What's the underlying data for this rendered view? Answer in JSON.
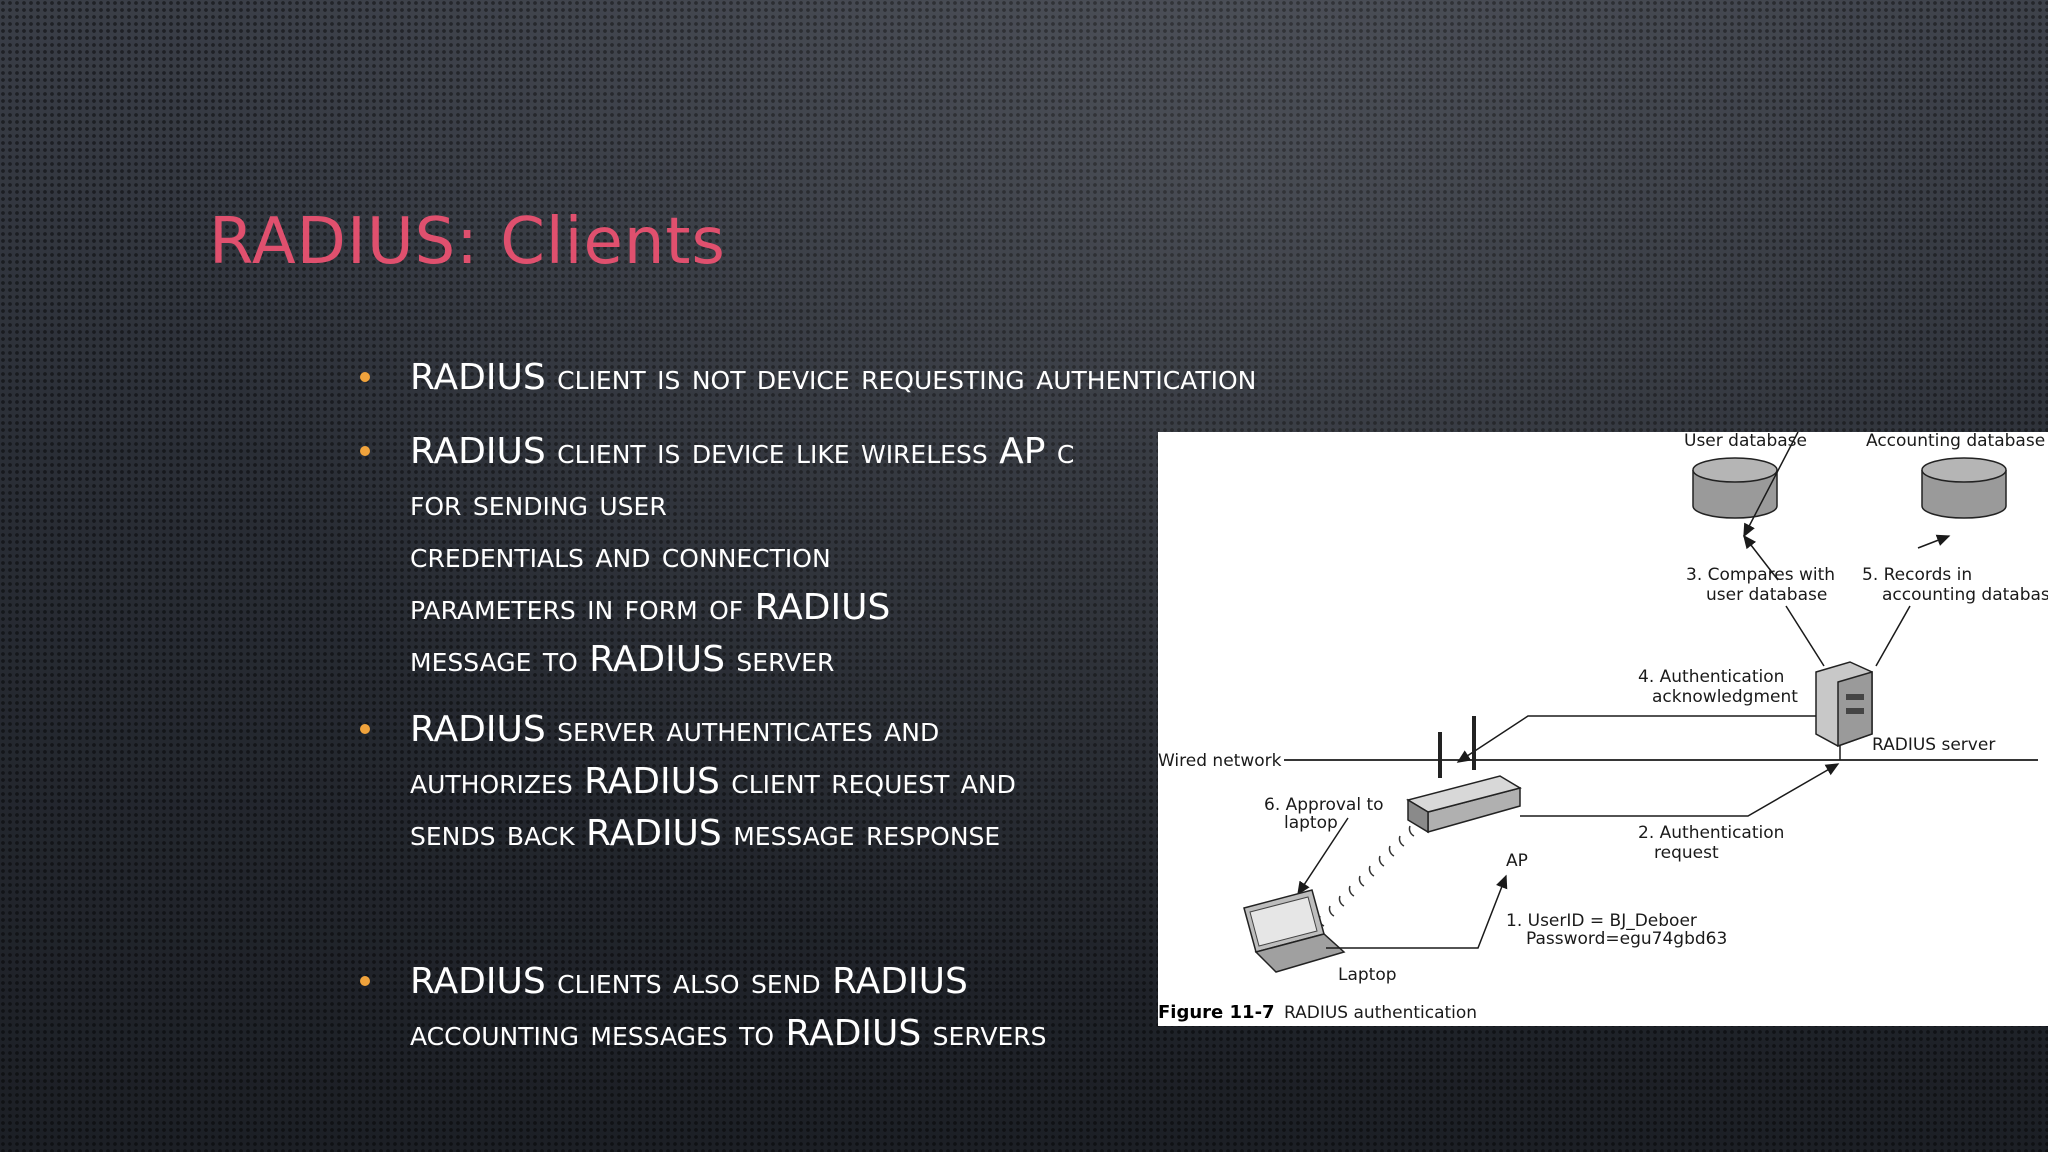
{
  "slide": {
    "title": "RADIUS: Clients",
    "bullets": [
      "RADIUS client is not device requesting authentication",
      "RADIUS client is device like wireless AP c\nfor sending user\ncredentials and connection\nparameters in form of RADIUS\nmessage to RADIUS server",
      "RADIUS server authenticates and\nauthorizes RADIUS client request and\nsends back RADIUS message response",
      "RADIUS clients also send RADIUS\naccounting messages to RADIUS servers"
    ],
    "colors": {
      "title": "#e0506e",
      "bullet": "#f0a33c",
      "text": "#ffffff"
    }
  },
  "figure": {
    "user_db": "User database",
    "accounting_db": "Accounting database",
    "step3_l1": "3. Compares with",
    "step3_l2": "user database",
    "step5_l1": "5. Records in",
    "step5_l2": "accounting database",
    "step4_l1": "4. Authentication",
    "step4_l2": "acknowledgment",
    "wired_network": "Wired network",
    "radius_server": "RADIUS server",
    "step6_l1": "6. Approval to",
    "step6_l2": "laptop",
    "step2_l1": "2. Authentication",
    "step2_l2": "request",
    "ap": "AP",
    "step1_l1": "1. UserID = BJ_Deboer",
    "step1_l2": "Password=egu74gbd63",
    "laptop": "Laptop",
    "caption_num": "Figure 11-7",
    "caption_text": "RADIUS authentication"
  }
}
